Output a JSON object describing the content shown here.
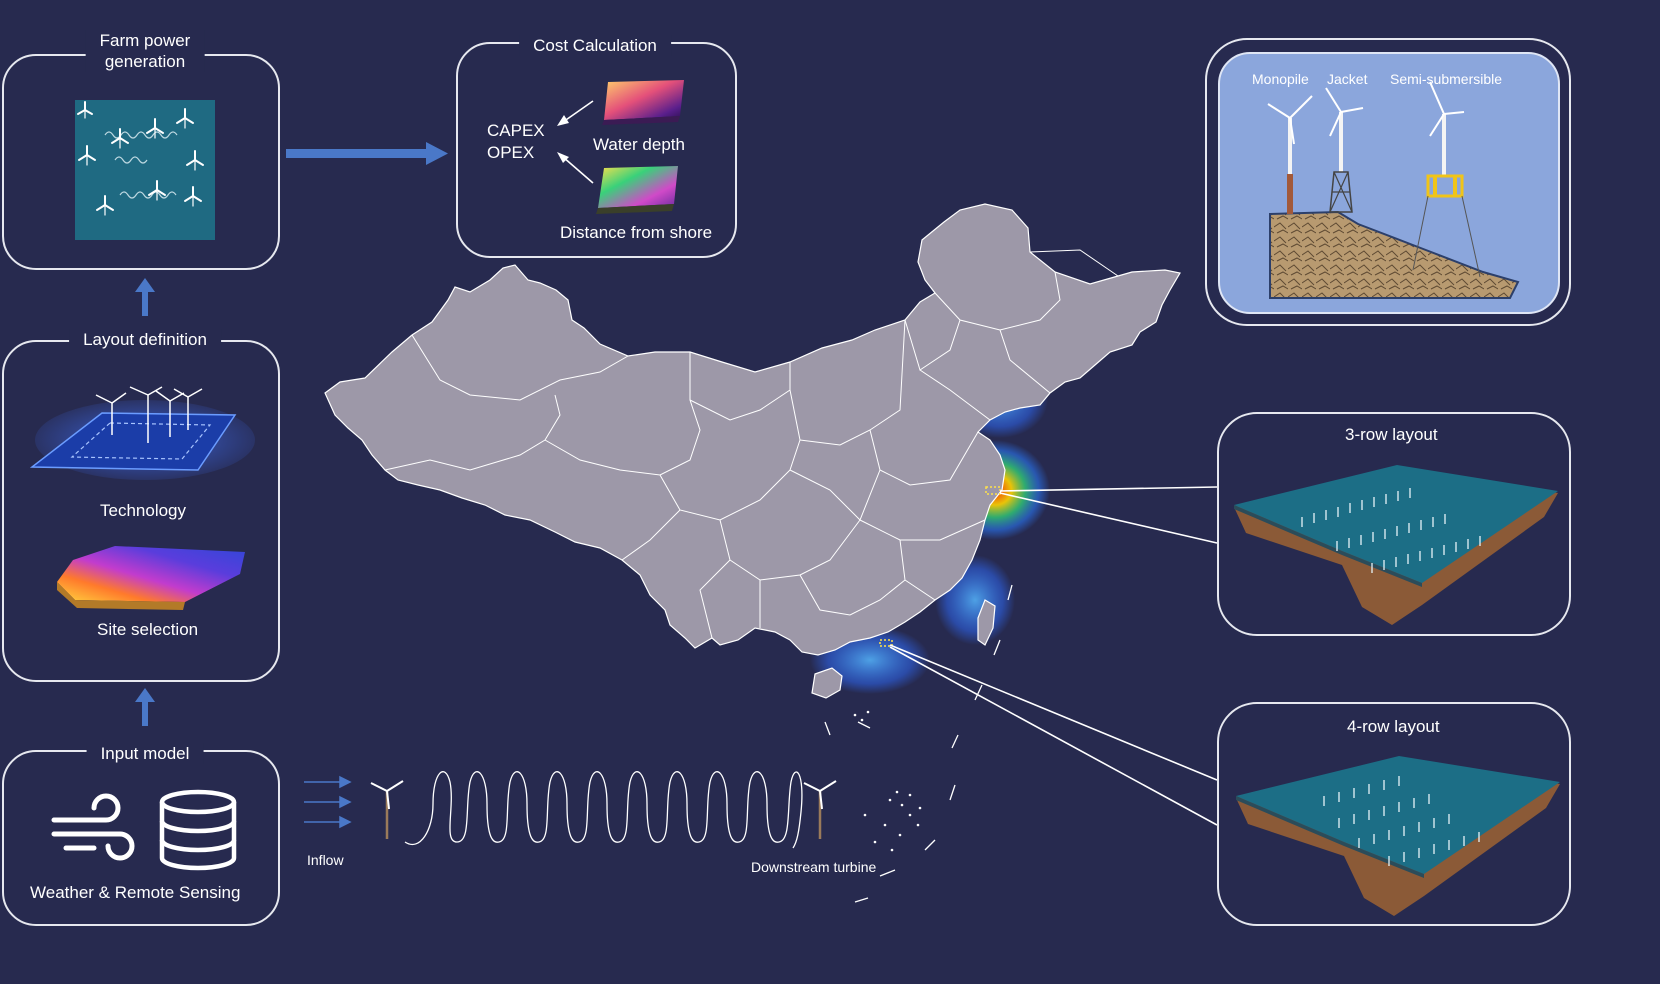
{
  "panels": {
    "farm_power": {
      "title": "Farm power generation",
      "title_line1": "Farm power",
      "title_line2": "generation"
    },
    "cost": {
      "title": "Cost Calculation",
      "capex": "CAPEX",
      "opex": "OPEX",
      "water_depth": "Water depth",
      "distance": "Distance from shore"
    },
    "foundations": {
      "monopile": "Monopile",
      "jacket": "Jacket",
      "semi": "Semi-submersible"
    },
    "layout_def": {
      "title": "Layout definition",
      "technology": "Technology",
      "site_selection": "Site selection"
    },
    "input_model": {
      "title": "Input model",
      "caption": "Weather & Remote Sensing"
    },
    "row3": {
      "title": "3-row layout"
    },
    "row4": {
      "title": "4-row layout"
    }
  },
  "wake": {
    "inflow": "Inflow",
    "downstream": "Downstream turbine"
  },
  "colors": {
    "background": "#272a4f",
    "panel_border": "#e6e8ef",
    "arrow_blue": "#4a78c8",
    "map_fill": "#9d98a8",
    "foundation_bg": "#8ba6dc"
  },
  "icons": [
    "wind-icon",
    "database-icon",
    "wind-turbine-icon",
    "arrow-right-icon",
    "arrow-up-icon"
  ]
}
